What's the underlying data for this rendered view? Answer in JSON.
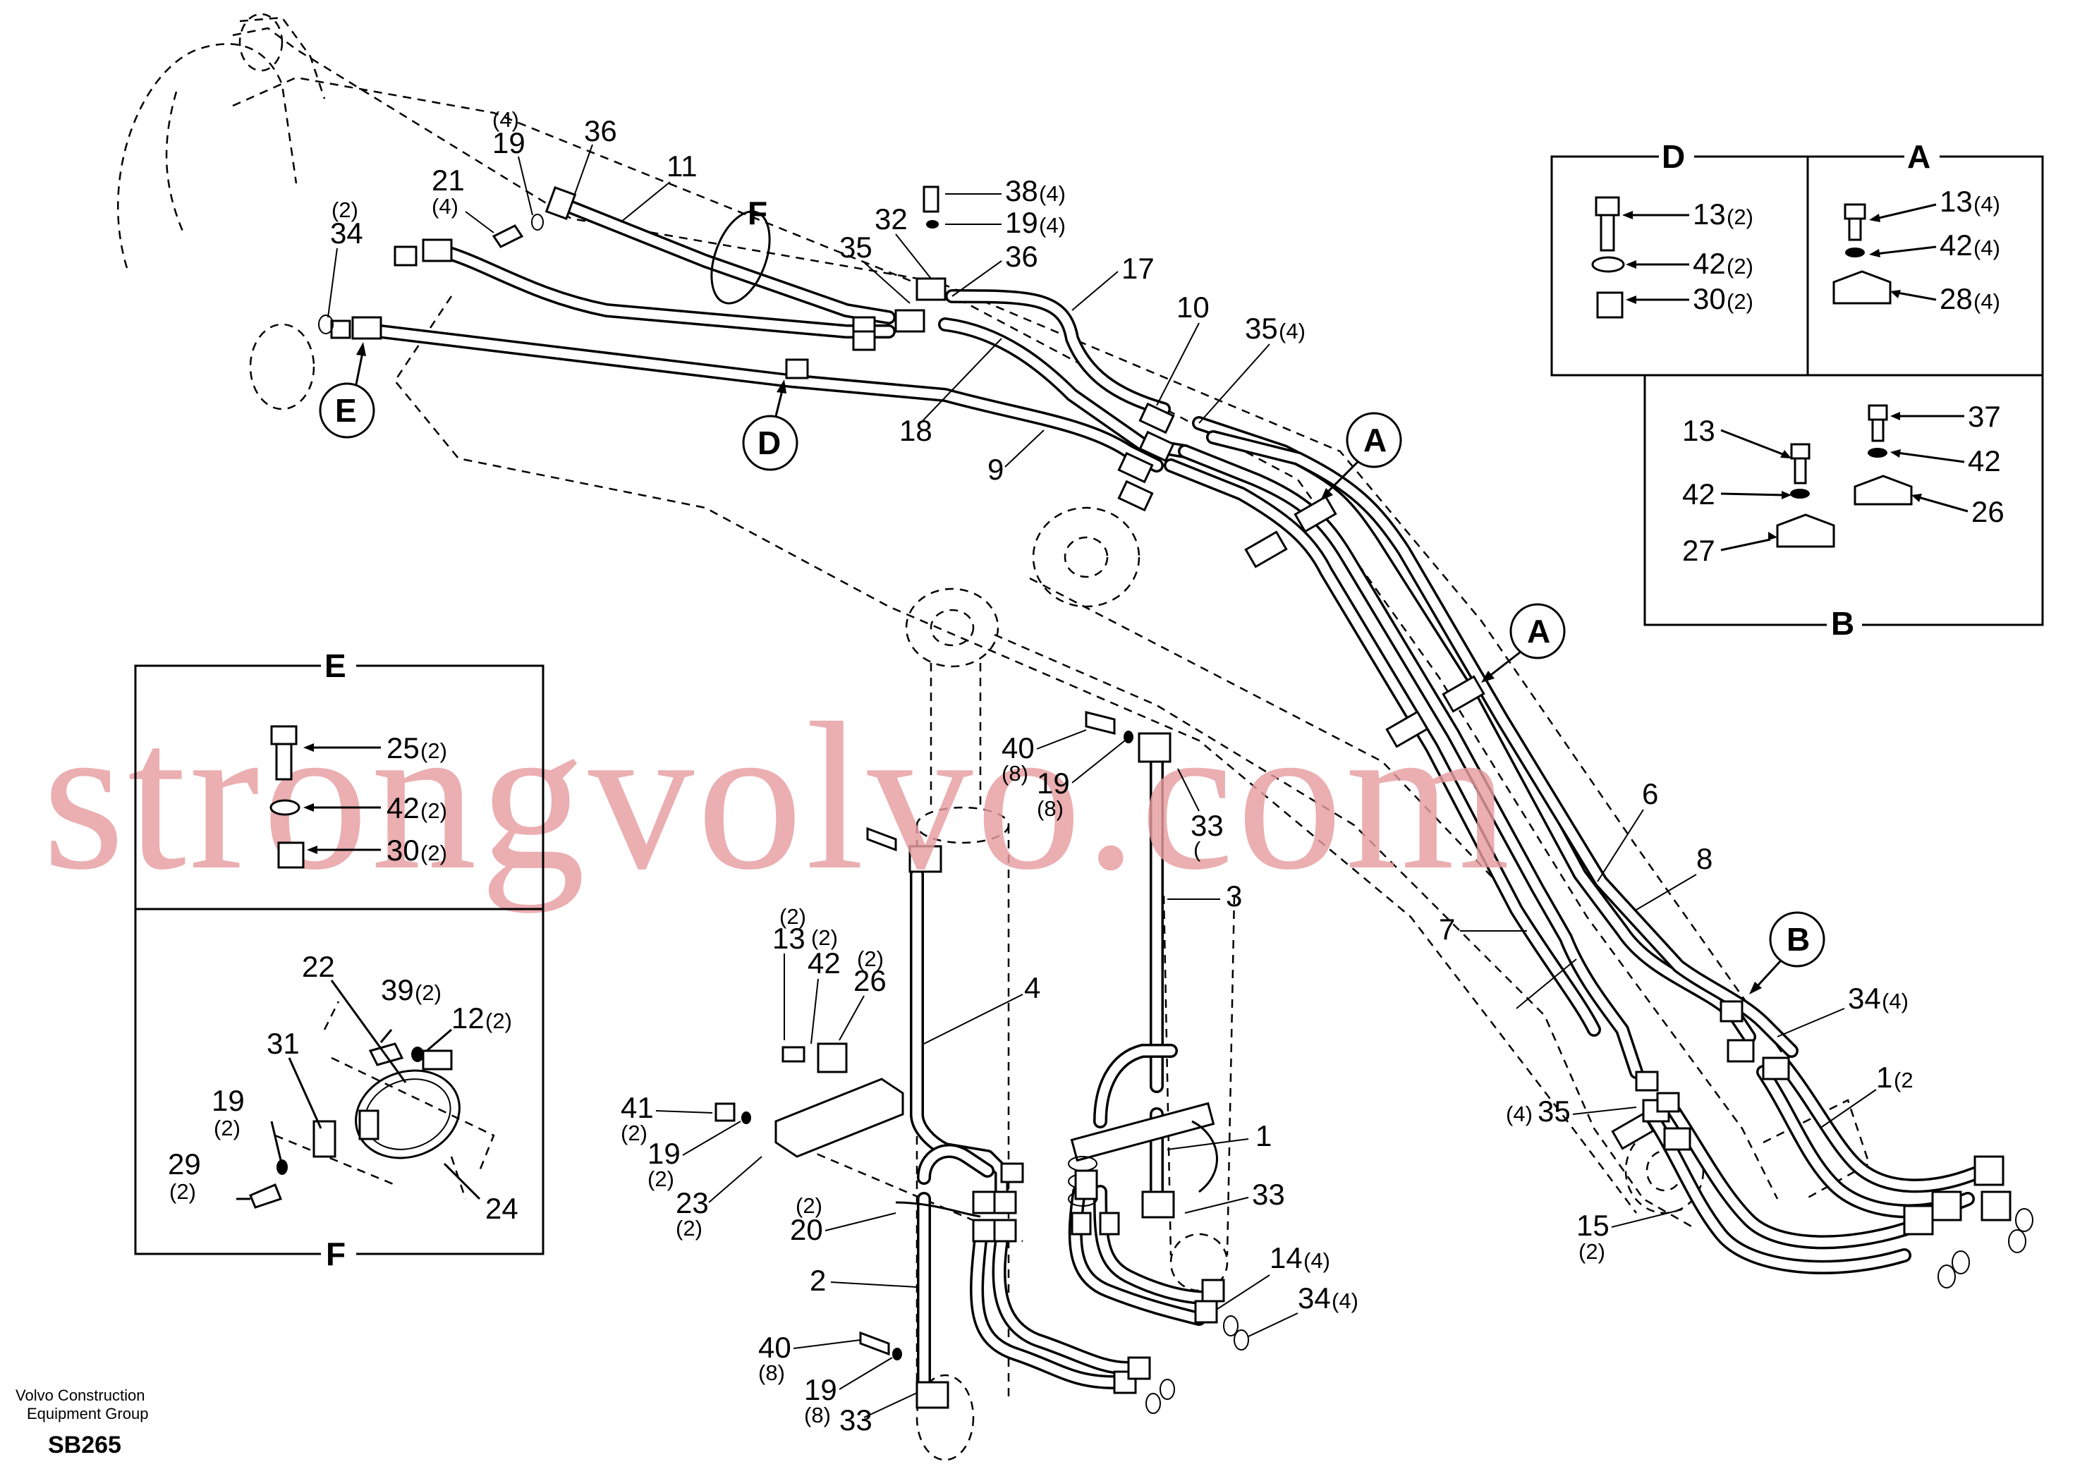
{
  "watermark": "strongvolvo.com",
  "footer": {
    "publisher_line1": "Volvo Construction",
    "publisher_line2": "Equipment Group",
    "doc_id": "SB265"
  },
  "detail_boxes": {
    "D": {
      "title": "D",
      "items": [
        {
          "num": "13",
          "qty": "(2)"
        },
        {
          "num": "42",
          "qty": "(2)"
        },
        {
          "num": "30",
          "qty": "(2)"
        }
      ]
    },
    "A": {
      "title": "A",
      "items": [
        {
          "num": "13",
          "qty": "(4)"
        },
        {
          "num": "42",
          "qty": "(4)"
        },
        {
          "num": "28",
          "qty": "(4)"
        }
      ]
    },
    "B": {
      "title": "B",
      "items": [
        {
          "num": "13",
          "qty": ""
        },
        {
          "num": "42",
          "qty": ""
        },
        {
          "num": "27",
          "qty": ""
        },
        {
          "num": "37",
          "qty": ""
        },
        {
          "num": "42",
          "qty": ""
        },
        {
          "num": "26",
          "qty": ""
        }
      ]
    },
    "E": {
      "title": "E",
      "items": [
        {
          "num": "25",
          "qty": "(2)"
        },
        {
          "num": "42",
          "qty": "(2)"
        },
        {
          "num": "30",
          "qty": "(2)"
        }
      ]
    },
    "F": {
      "title": "F",
      "items": [
        {
          "num": "39",
          "qty": "(2)"
        },
        {
          "num": "12",
          "qty": "(2)"
        },
        {
          "num": "22",
          "qty": ""
        },
        {
          "num": "31",
          "qty": ""
        },
        {
          "num": "19",
          "qty": "(2)"
        },
        {
          "num": "29",
          "qty": "(2)"
        },
        {
          "num": "24",
          "qty": ""
        }
      ]
    }
  },
  "callout_markers": {
    "E": "E",
    "D": "D",
    "A1": "A",
    "A2": "A",
    "B": "B",
    "F": "F"
  },
  "labels": {
    "p1": "1",
    "p1b": "1",
    "p1b_qty": "(2",
    "p2": "2",
    "p3": "3",
    "p4": "4",
    "p6": "6",
    "p7": "7",
    "p8": "8",
    "p9": "9",
    "p10": "10",
    "p11": "11",
    "p14": "14",
    "p14_qty": "(4)",
    "p15": "15",
    "p15_qty": "(2)",
    "p17": "17",
    "p18": "18",
    "p19a_qty": "(4)",
    "p19a": "19",
    "p19b": "19",
    "p19b_qty": "(4)",
    "p19c": "19",
    "p19c_qty": "(8)",
    "p19d": "19",
    "p19d_qty": "(2)",
    "p19e": "19",
    "p19e_qty": "(8)",
    "p20": "20",
    "p20_qty": "(2)",
    "p21": "21",
    "p21_qty": "(4)",
    "p23": "23",
    "p23_qty": "(2)",
    "p26": "26",
    "p26_qty": "(2)",
    "p13c": "13",
    "p13c_qty": "(2)",
    "p13c_q2": "(2)",
    "p42c": "42",
    "p42c_qty": "(2)",
    "p32": "32",
    "p33a": "33",
    "p33a_qty": "(",
    "p33b": "33",
    "p33c": "33",
    "p34a": "34",
    "p34a_qty": "(2)",
    "p34b": "34",
    "p34b_qty": "(4)",
    "p34c": "34",
    "p34c_qty": "(4)",
    "p35a": "35",
    "p35b": "35",
    "p35b_qty": "(4)",
    "p35c": "35",
    "p35c_qty": "(4)",
    "p36a": "36",
    "p36b": "36",
    "p38": "38",
    "p38_qty": "(4)",
    "p40a": "40",
    "p40a_qty": "(8)",
    "p40b": "40",
    "p40b_qty": "(8)",
    "p41": "41",
    "p41_qty": "(2)"
  }
}
